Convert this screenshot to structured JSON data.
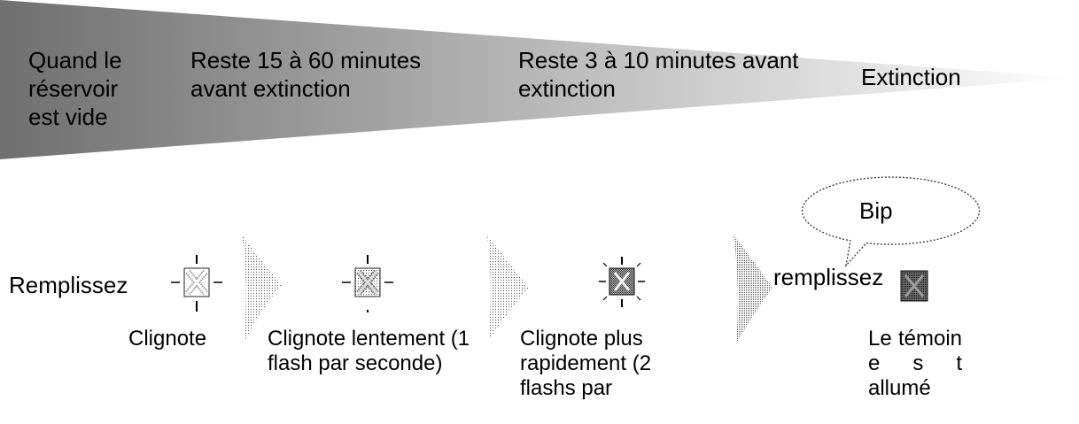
{
  "timeline": {
    "stages": [
      {
        "lines": [
          "Quand le",
          "réservoir",
          "est vide"
        ]
      },
      {
        "lines": [
          "Reste 15 à 60 minutes",
          "avant extinction"
        ]
      },
      {
        "lines": [
          "Reste 3 à 10 minutes avant",
          "extinction"
        ]
      },
      {
        "lines": [
          "Extinction"
        ]
      }
    ]
  },
  "sequence": {
    "refill_label_start": "Remplissez",
    "indicators": [
      {
        "icon": "indicator-lamp-icon",
        "label_lines": [
          "Clignote"
        ]
      },
      {
        "icon": "indicator-lamp-icon",
        "label_lines": [
          "Clignote lentement (1",
          "flash par seconde)"
        ]
      },
      {
        "icon": "indicator-lamp-icon",
        "label_lines": [
          "Clignote plus",
          "rapidement (2",
          "flashs par"
        ]
      },
      {
        "icon": "indicator-lamp-icon",
        "label_lines": [
          "Le témoin",
          "e s t",
          "allumé"
        ]
      }
    ],
    "arrow_icon": "transition-arrow-icon",
    "refill_label_end": "remplissez",
    "bubble_text": "Bip"
  },
  "colors": {
    "wedge_start": "#6f6f6f",
    "wedge_mid": "#b8b8b8",
    "wedge_end": "#ffffff",
    "text": "#000000"
  }
}
